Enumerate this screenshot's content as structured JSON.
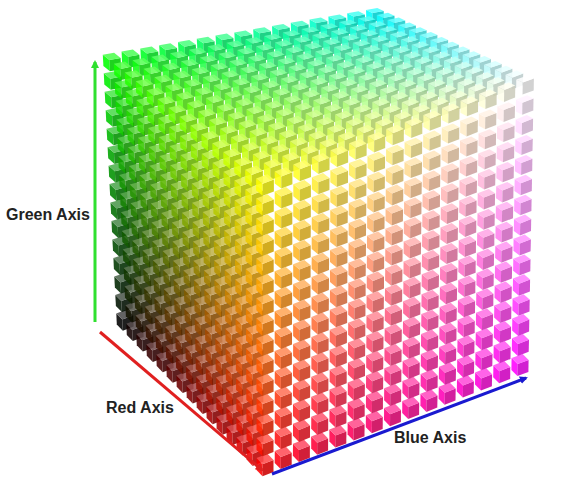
{
  "diagram": {
    "labels": [
      "Green Axis",
      "Red Axis",
      "Blue Axis"
    ]
  }
}
